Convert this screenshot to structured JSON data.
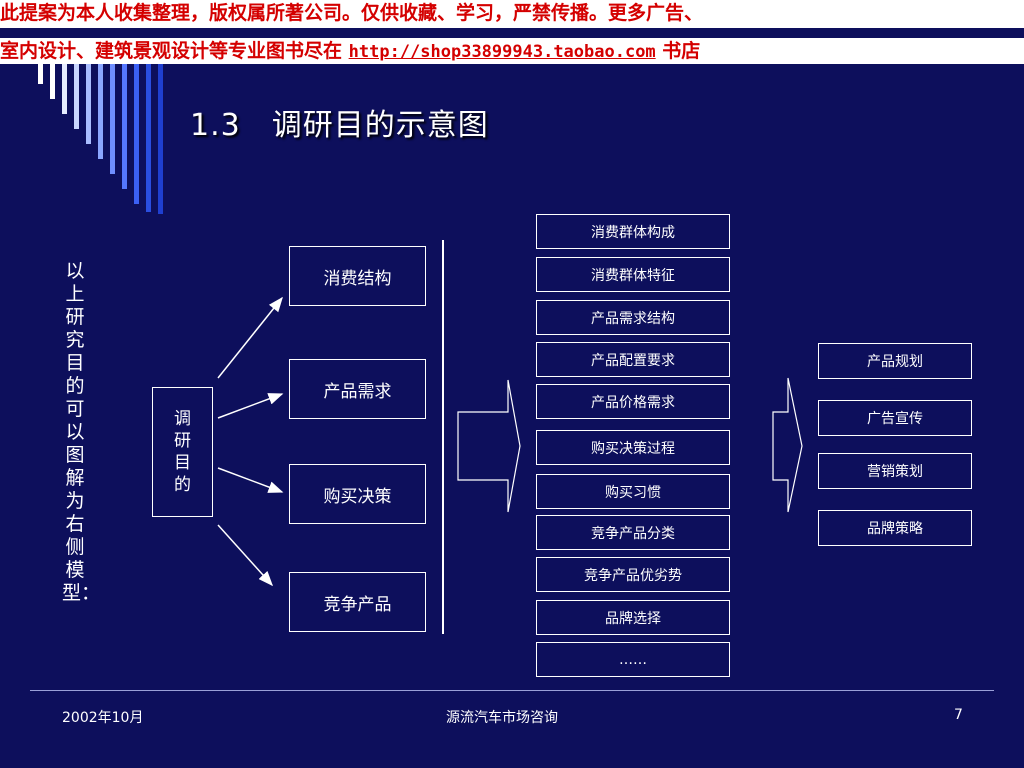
{
  "banner": {
    "line1": "此提案为本人收集整理，版权属所著公司。仅供收藏、学习，严禁传播。更多广告、",
    "line2_prefix": "室内设计、建筑景观设计等专业图书尽在 ",
    "line2_url": "http://shop33899943.taobao.com",
    "line2_suffix": " 书店"
  },
  "slide": {
    "title": "1.3　调研目的示意图",
    "side_caption": "以上研究目的可以图解为右侧模型：",
    "root": [
      "调",
      "研",
      "目",
      "的"
    ],
    "categories": [
      "消费结构",
      "产品需求",
      "购买决策",
      "竞争产品"
    ],
    "details": [
      "消费群体构成",
      "消费群体特征",
      "产品需求结构",
      "产品配置要求",
      "产品价格需求",
      "购买决策过程",
      "购买习惯",
      "竞争产品分类",
      "竞争产品优劣势",
      "品牌选择",
      "……"
    ],
    "outcomes": [
      "产品规划",
      "广告宣传",
      "营销策划",
      "品牌策略"
    ]
  },
  "footer": {
    "date": "2002年10月",
    "company": "源流汽车市场咨询",
    "page": "7"
  },
  "colors": {
    "background": "#0d0f5c",
    "banner_text": "#d40000",
    "line": "#ffffff"
  }
}
